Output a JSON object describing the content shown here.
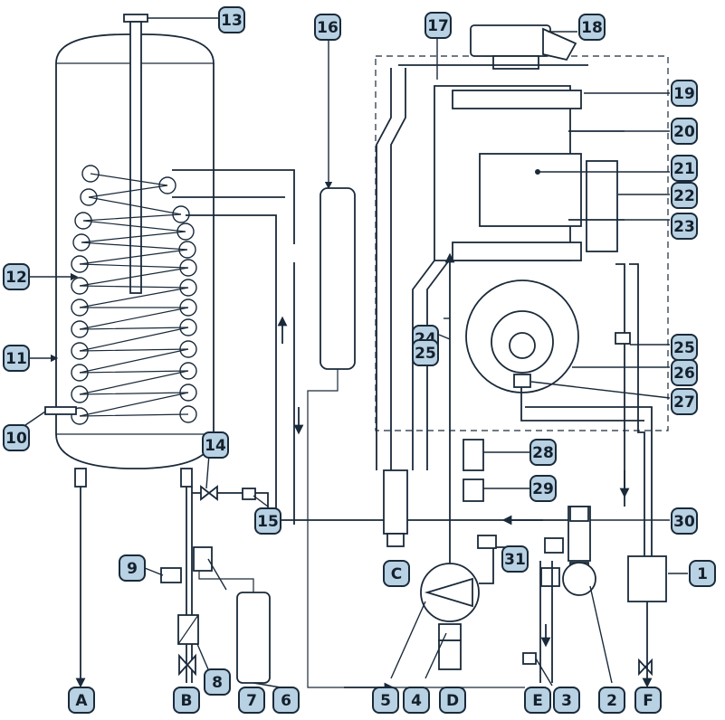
{
  "callouts": {
    "c1": "1",
    "c2": "2",
    "c3": "3",
    "c4": "4",
    "c5": "5",
    "c6": "6",
    "c7": "7",
    "c8": "8",
    "c9": "9",
    "c10": "10",
    "c11": "11",
    "c12": "12",
    "c13": "13",
    "c14": "14",
    "c15": "15",
    "c16": "16",
    "c17": "17",
    "c18": "18",
    "c19": "19",
    "c20": "20",
    "c21": "21",
    "c22": "22",
    "c23": "23",
    "c24": "24",
    "c25a": "25",
    "c25b": "25",
    "c26": "26",
    "c27": "27",
    "c28": "28",
    "c29": "29",
    "c30": "30",
    "c31": "31",
    "cA": "A",
    "cB": "B",
    "cC": "C",
    "cD": "D",
    "cE": "E",
    "cF": "F"
  }
}
